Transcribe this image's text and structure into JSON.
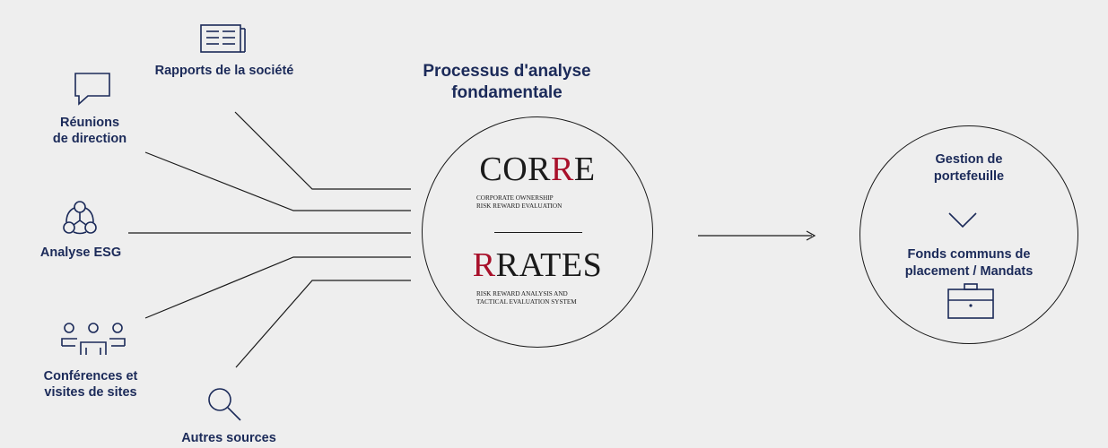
{
  "title": {
    "line1": "Processus d'analyse",
    "line2": "fondamentale"
  },
  "sources": {
    "company_reports": {
      "label": "Rapports de la société",
      "icon": "document-icon"
    },
    "management_meetings": {
      "line1": "Réunions",
      "line2": "de direction",
      "icon": "chat-bubble-icon"
    },
    "esg": {
      "label": "Analyse ESG",
      "icon": "esg-network-icon"
    },
    "conferences": {
      "line1": "Conférences et",
      "line2": "visites de sites",
      "icon": "people-group-icon"
    },
    "other": {
      "label": "Autres sources",
      "icon": "magnifier-icon"
    }
  },
  "analysis_circle": {
    "corre": {
      "prefix": "COR",
      "accent": "R",
      "suffix": "E",
      "sub1": "Corporate Ownership",
      "sub2": "Risk Reward Evaluation"
    },
    "rrates": {
      "accent": "R",
      "rest": "RATES",
      "sub1": "Risk Reward Analysis and",
      "sub2": "Tactical Evaluation System"
    }
  },
  "output_circle": {
    "heading1": "Gestion de",
    "heading2": "portefeuille",
    "icon": "chevron-down-icon",
    "funds1": "Fonds communs de",
    "funds2": "placement / Mandats",
    "briefcase_icon": "briefcase-icon"
  },
  "colors": {
    "navy": "#1b2a59",
    "accent_red": "#a8102a",
    "background": "#eeeeee",
    "line": "#1a1a1a"
  }
}
